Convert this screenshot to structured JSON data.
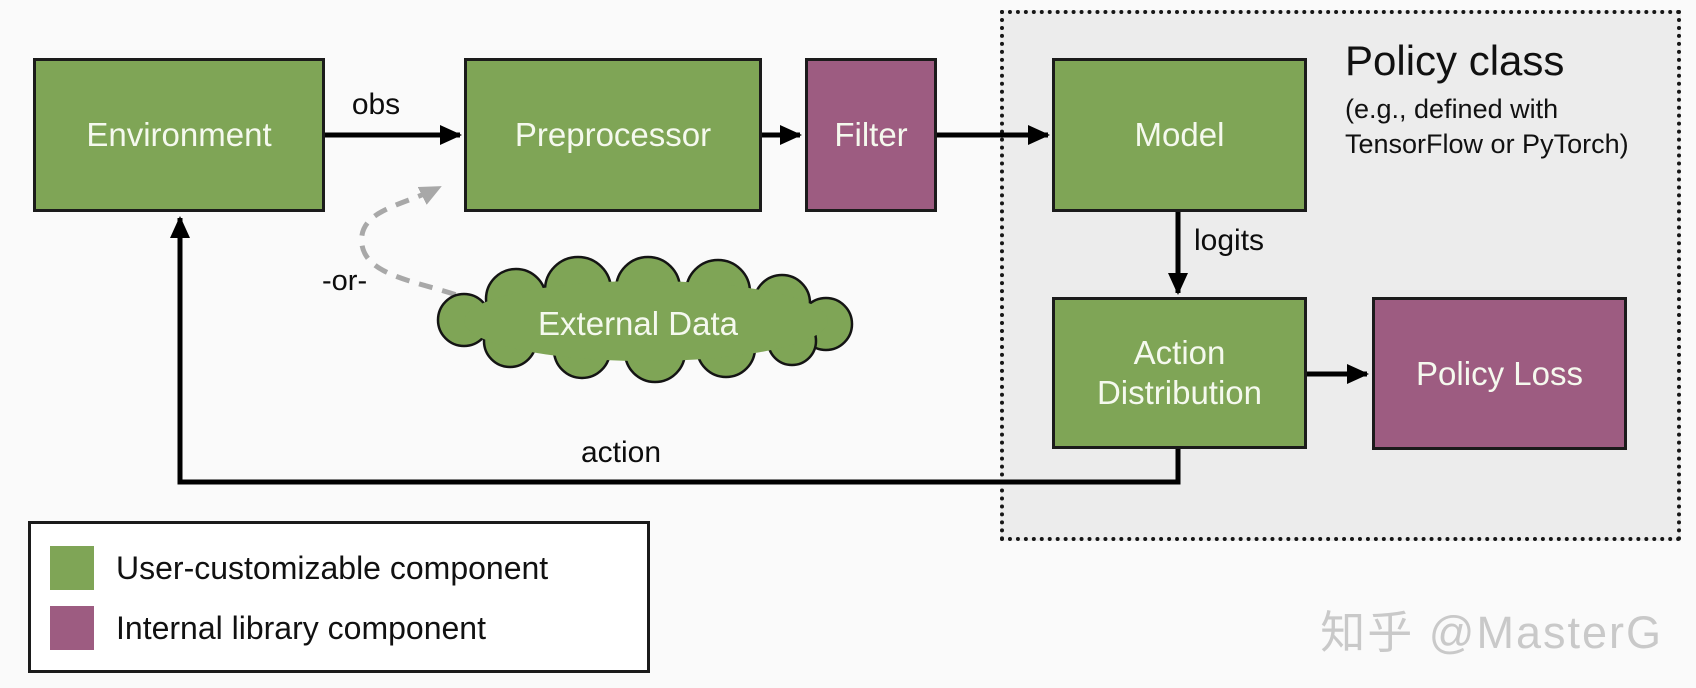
{
  "nodes": {
    "environment": {
      "label": "Environment"
    },
    "preprocessor": {
      "label": "Preprocessor"
    },
    "filter": {
      "label": "Filter"
    },
    "model": {
      "label": "Model"
    },
    "action_distribution": {
      "label": "Action Distribution"
    },
    "policy_loss": {
      "label": "Policy Loss"
    },
    "external_data": {
      "label": "External Data"
    }
  },
  "edges": {
    "obs": "obs",
    "logits": "logits",
    "action": "action",
    "or": "-or-"
  },
  "policy_group": {
    "title": "Policy class",
    "subtitle_line1": "(e.g., defined with",
    "subtitle_line2": "TensorFlow or PyTorch)"
  },
  "legend": {
    "items": [
      {
        "label": "User-customizable component",
        "color": "#7fa556"
      },
      {
        "label": "Internal library component",
        "color": "#9d5c81"
      }
    ]
  },
  "watermark": "知乎 @MasterG",
  "colors": {
    "green": "#7fa556",
    "purple": "#9d5c81",
    "policy_bg": "#ececec",
    "canvas_bg": "#fafafa",
    "line_black": "#000000",
    "dashed_gray": "#a8a8a8",
    "watermark_gray": "#c9c9c9"
  }
}
